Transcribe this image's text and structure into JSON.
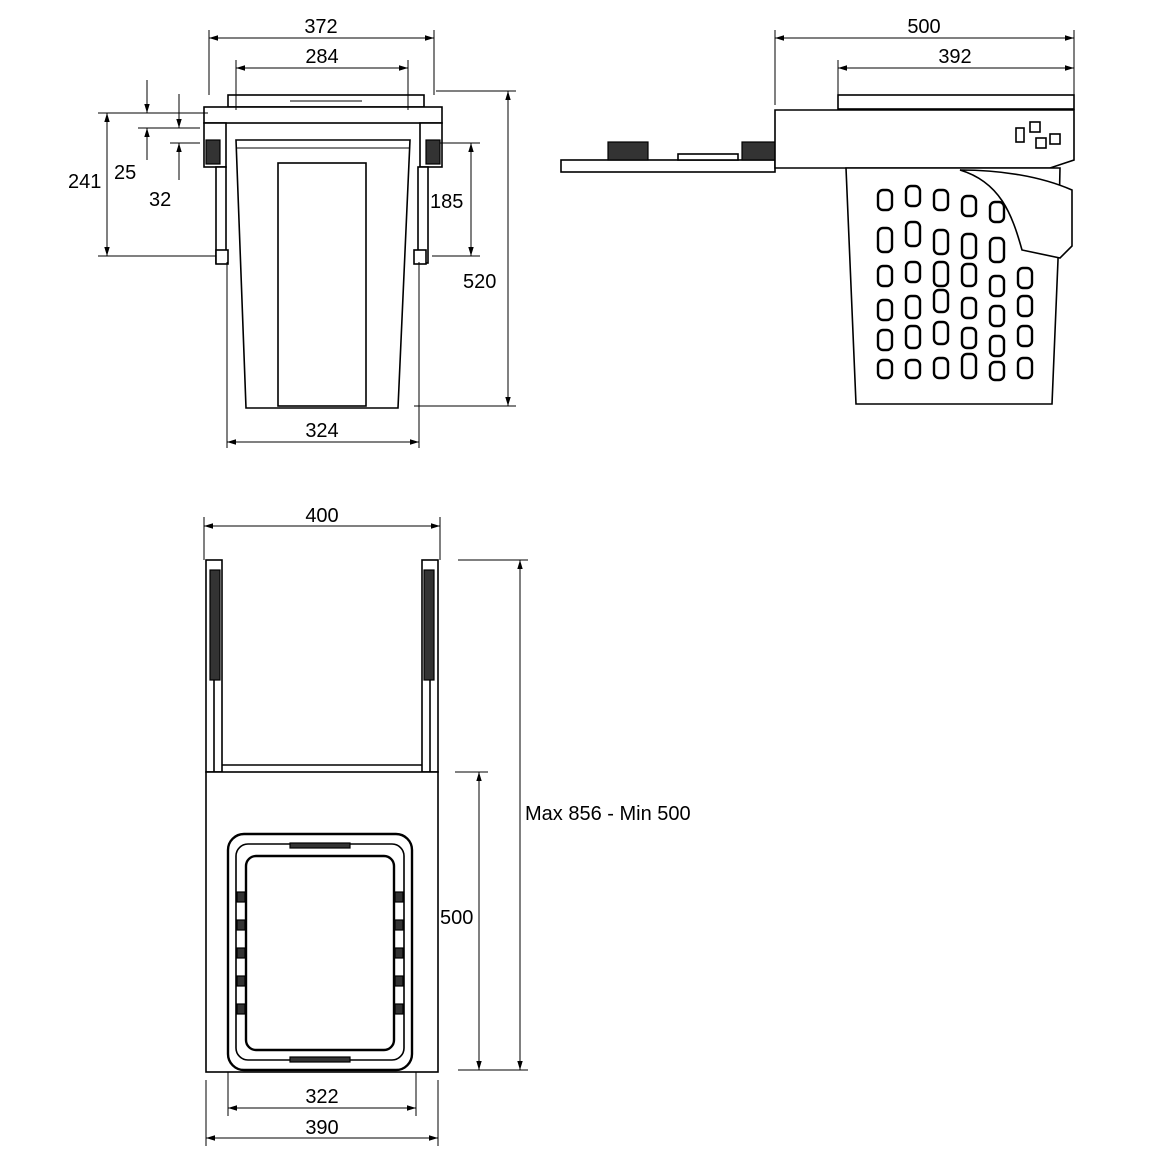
{
  "front_view": {
    "dim_top_outer": "372",
    "dim_top_inner": "284",
    "dim_height_rail": "241",
    "dim_offset_a": "25",
    "dim_offset_b": "32",
    "dim_rail_length": "185",
    "dim_total_height": "520",
    "dim_bottom_width": "324"
  },
  "side_view": {
    "dim_overall_depth": "500",
    "dim_basket_depth": "392"
  },
  "top_view": {
    "dim_overall_width": "400",
    "dim_extension": "Max 856 - Min 500",
    "dim_frame_depth": "500",
    "dim_inner_width": "322",
    "dim_outer_width": "390"
  }
}
